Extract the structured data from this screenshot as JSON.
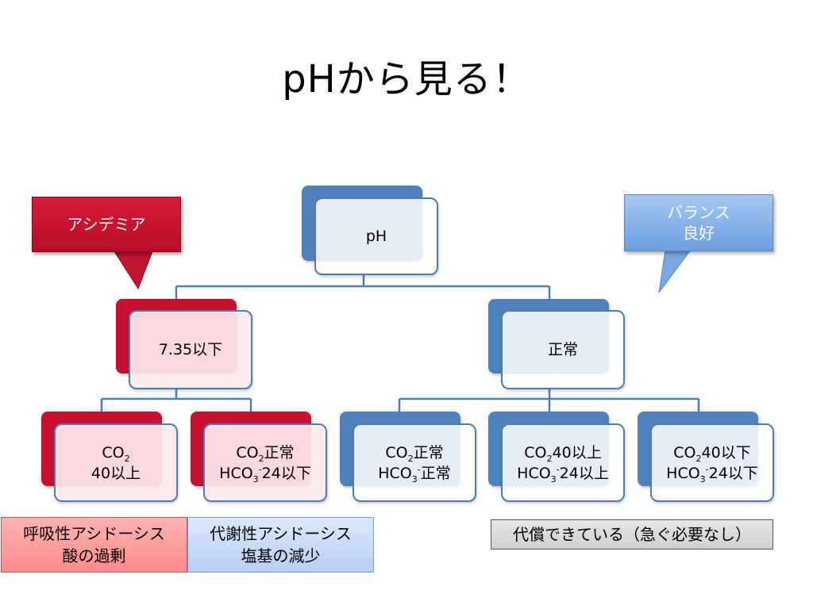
{
  "title": "pHから見る！",
  "callouts": {
    "acidemia": "アシデミア",
    "balance_line1": "バランス",
    "balance_line2": "良好"
  },
  "nodes": {
    "root": "pH",
    "low_ph": "7.35以下",
    "normal_ph": "正常",
    "resp": {
      "co": "CO",
      "sub": "2",
      "line2": "40以上"
    },
    "metab": {
      "co": "CO",
      "sub": "2",
      "tail1": "正常",
      "hco": "HCO",
      "hsub": "3",
      "hsup": "-",
      "tail2": "24以下"
    },
    "comp1": {
      "co": "CO",
      "sub": "2",
      "tail1": "正常",
      "hco": "HCO",
      "hsub": "3",
      "hsup": "-",
      "tail2": "正常"
    },
    "comp2": {
      "co": "CO",
      "sub": "2",
      "tail1": "40以上",
      "hco": "HCO",
      "hsub": "3",
      "hsup": "-",
      "tail2": "24以上"
    },
    "comp3": {
      "co": "CO",
      "sub": "2",
      "tail1": "40以下",
      "hco": "HCO",
      "hsub": "3",
      "hsup": "-",
      "tail2": "24以下"
    }
  },
  "notes": {
    "respiratory_line1": "呼吸性アシドーシス",
    "respiratory_line2": "酸の過剰",
    "metabolic_line1": "代謝性アシドーシス",
    "metabolic_line2": "塩基の減少",
    "compensated": "代償できている（急ぐ必要なし）"
  },
  "colors": {
    "accent_red": "#c8102e",
    "accent_blue": "#4f81bd",
    "connector": "#4a7eb8"
  }
}
